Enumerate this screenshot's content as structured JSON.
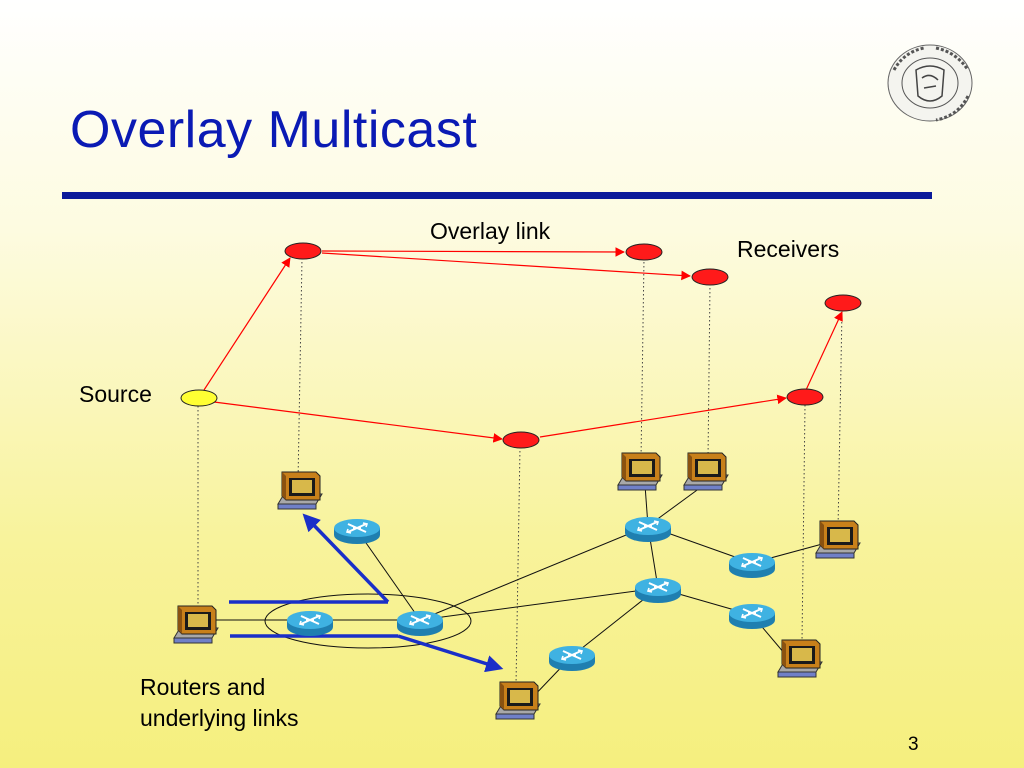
{
  "slide": {
    "title": "Overlay Multicast",
    "page_number": "3"
  },
  "labels": {
    "overlay_link": "Overlay link",
    "receivers": "Receivers",
    "source": "Source",
    "routers_line1": "Routers and",
    "routers_line2": "underlying links"
  },
  "colors": {
    "title": "#0a1ab4",
    "overlay_node": "#ff1a1a",
    "source_node": "#ffff33",
    "overlay_link": "#ff0000",
    "route_arrow": "#1a2fc8",
    "router": "#2fa6d8"
  },
  "icons": [
    "router-icon",
    "host-computer-icon",
    "university-seal-logo"
  ]
}
